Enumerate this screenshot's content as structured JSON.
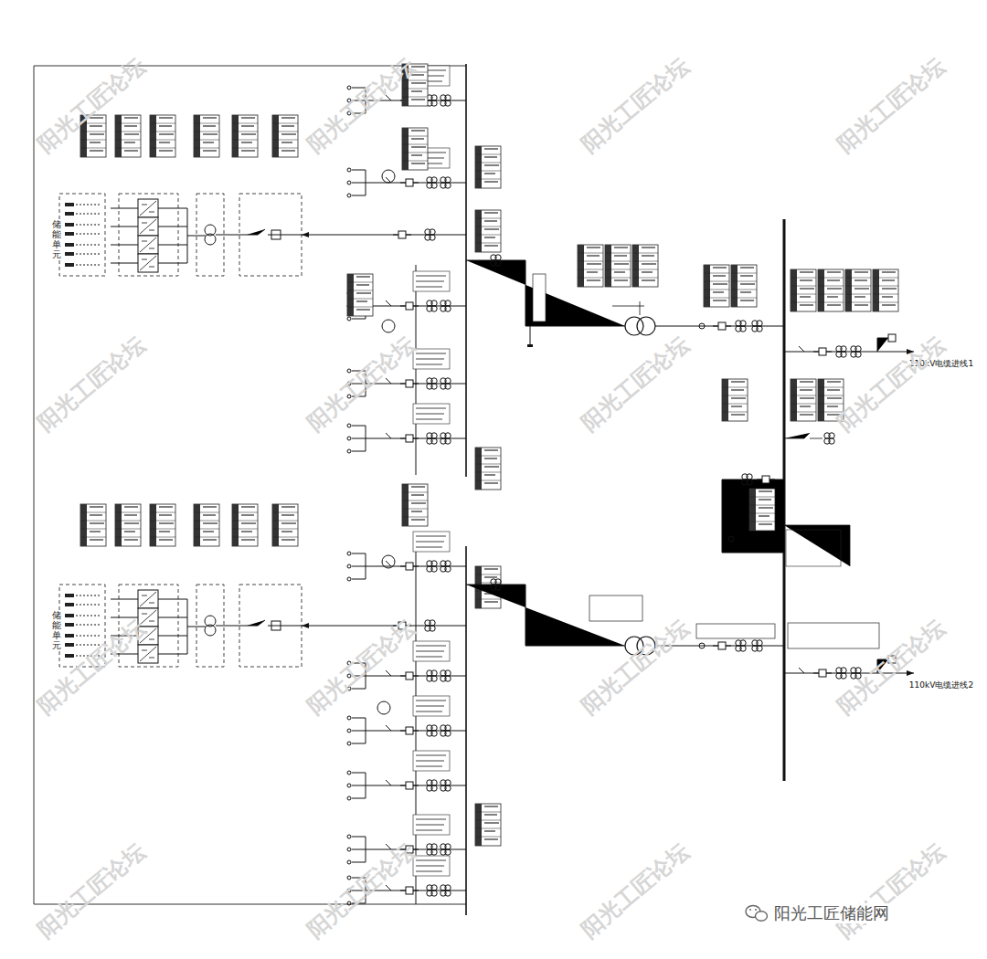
{
  "diagram": {
    "labels": [
      "储能单元",
      "储能单元",
      "110kV电缆进线1",
      "110kV电缆进线2",
      "阳光工匠论坛",
      "阳光工匠论坛",
      "阳光工匠论坛",
      "阳光工匠论坛",
      "阳光工匠论坛",
      "阳光工匠论坛",
      "阳光工匠论坛",
      "阳光工匠论坛",
      "阳光工匠论坛",
      "阳光工匠论坛",
      "阳光工匠论坛",
      "阳光工匠论坛",
      "阳光工匠论坛",
      "阳光工匠论坛",
      "阳光工匠论坛",
      "阳光工匠论坛",
      "阳光工匠储能网"
    ]
  }
}
